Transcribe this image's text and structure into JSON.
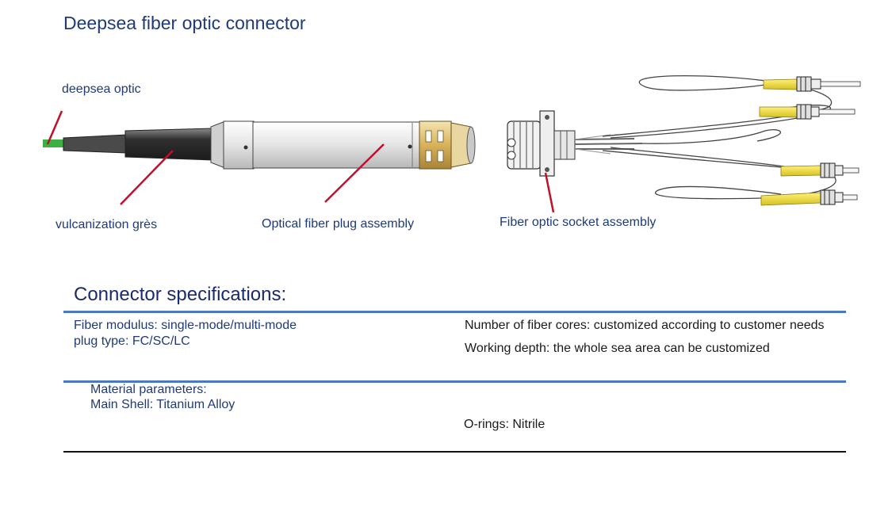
{
  "page": {
    "title": "Deepsea fiber optic connector"
  },
  "diagram": {
    "labels": {
      "deepsea_optic": "deepsea optic",
      "vulcanization": "vulcanization grès",
      "plug_assembly": "Optical fiber plug assembly",
      "socket_assembly": "Fiber optic socket assembly"
    },
    "colors": {
      "leader_line": "#c0102a",
      "fiber_green": "#3cb043",
      "connector_yellow": "#f3e23a",
      "nut_bronze": "#d8b25a",
      "body_silver": "#e6e6e6",
      "boot_dark": "#3a3a3a"
    }
  },
  "specs": {
    "heading": "Connector specifications:",
    "row1": {
      "left_line1": "Fiber modulus: single-mode/multi-mode",
      "left_line2": "plug type: FC/SC/LC",
      "right_line1": "Number of fiber cores: customized according to customer needs",
      "right_line2": "Working depth: the whole sea area can be customized"
    },
    "row2": {
      "left_line1": "Material parameters:",
      "left_line2": "Main Shell: Titanium Alloy",
      "right_line1": "O-rings: Nitrile"
    },
    "colors": {
      "rule_blue": "#4a78c2",
      "text_blue": "#1f3a7a"
    }
  }
}
